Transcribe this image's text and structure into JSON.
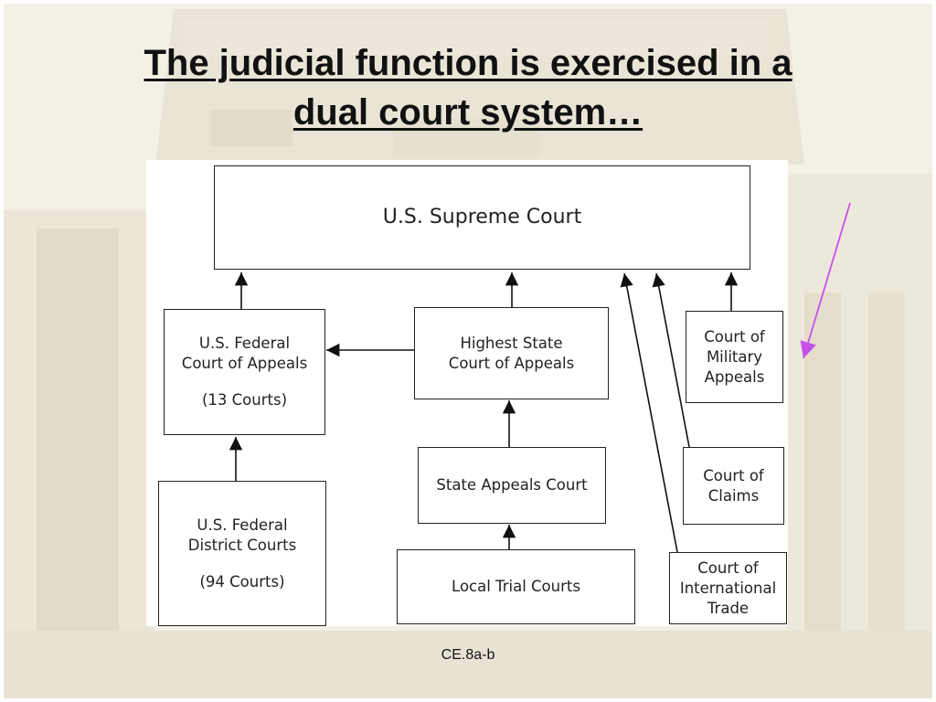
{
  "slide": {
    "title_line1": "The judicial function is exercised in a",
    "title_line2": "dual court system…",
    "footer": "CE.8a-b"
  },
  "diagram": {
    "supreme_court": "U.S. Supreme Court",
    "federal_appeals": {
      "line1": "U.S. Federal",
      "line2": "Court of Appeals",
      "count": "(13 Courts)"
    },
    "federal_district": {
      "line1": "U.S. Federal",
      "line2": "District Courts",
      "count": "(94 Courts)"
    },
    "highest_state": {
      "line1": "Highest State",
      "line2": "Court of Appeals"
    },
    "state_appeals": "State Appeals Court",
    "local_trial": "Local Trial Courts",
    "military_appeals": {
      "line1": "Court of",
      "line2": "Military",
      "line3": "Appeals"
    },
    "claims": {
      "line1": "Court of",
      "line2": "Claims"
    },
    "international_trade": {
      "line1": "Court of",
      "line2": "International",
      "line3": "Trade"
    }
  },
  "colors": {
    "annotation_arrow": "#c651e8",
    "box_border": "#222222"
  }
}
